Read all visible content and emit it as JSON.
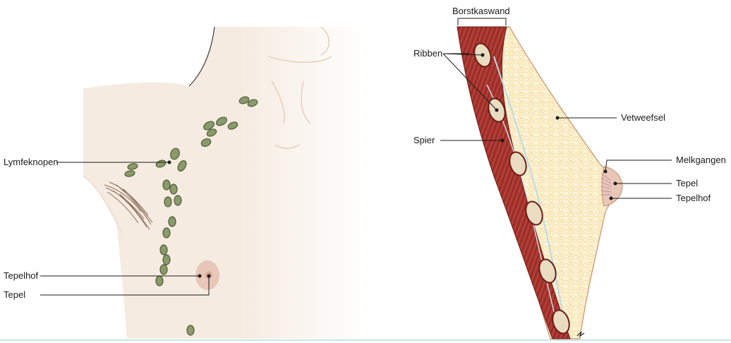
{
  "labels": {
    "lymph_nodes": "Lymfeknopen",
    "areola_left": "Tepelhof",
    "nipple_left": "Tepel",
    "chest_wall": "Borstkaswand",
    "ribs": "Ribben",
    "muscle": "Spier",
    "fat_tissue": "Vetweefsel",
    "milk_ducts": "Melkgangen",
    "nipple_right": "Tepel",
    "areola_right": "Tepelhof"
  },
  "colors": {
    "skin": "#f6ebe1",
    "skin_outline": "#e7d4c2",
    "lymph_node": "#8a9a6a",
    "muscle": "#9e2f2a",
    "fat": "#fdf2cf",
    "rib": "#e9dcc0",
    "areola": "#e8c7b8"
  }
}
